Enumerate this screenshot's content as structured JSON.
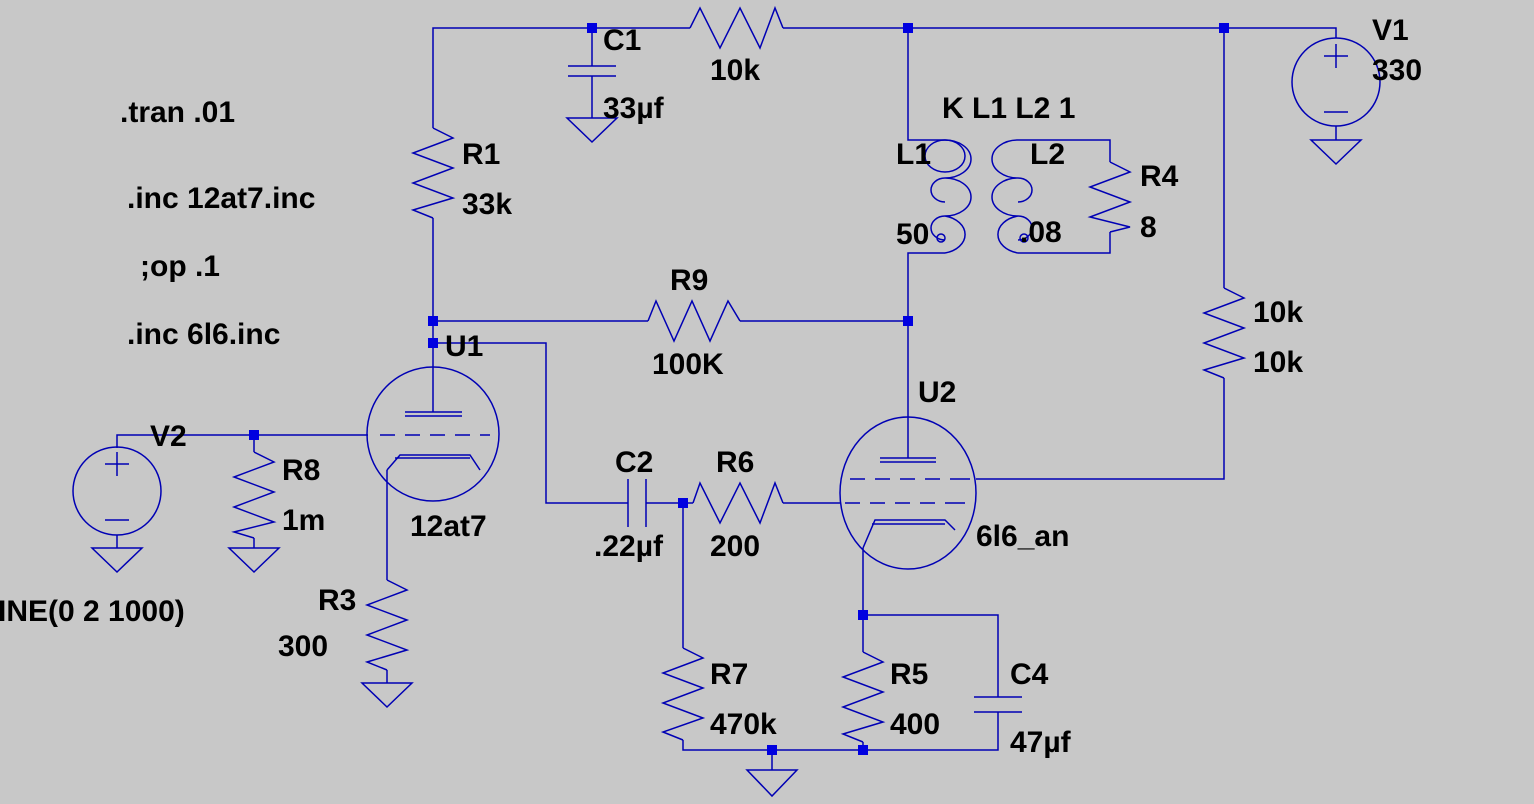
{
  "colors": {
    "background": "#c8c8c8",
    "wire": "#0000b4",
    "junction": "#0000e0",
    "text": "#000000"
  },
  "directives": {
    "tran": ".tran .01",
    "inc1": ".inc 12at7.inc",
    "op": ";op .1",
    "inc2": ".inc 6l6.inc",
    "coupling": "K L1 L2 1"
  },
  "components": {
    "c1": {
      "name": "C1",
      "value": "33µf"
    },
    "r_top": {
      "value": "10k"
    },
    "v1": {
      "name": "V1",
      "value": "330"
    },
    "r1": {
      "name": "R1",
      "value": "33k"
    },
    "l1": {
      "name": "L1",
      "value": "50"
    },
    "l2": {
      "name": "L2",
      "value": ".08"
    },
    "r4": {
      "name": "R4",
      "value": "8"
    },
    "r9": {
      "name": "R9",
      "value": "100K"
    },
    "u1": {
      "name": "U1",
      "value": "12at7"
    },
    "r_screen": {
      "name": "10k",
      "value": "10k"
    },
    "u2": {
      "name": "U2",
      "value": "6l6_an"
    },
    "v2": {
      "name": "V2",
      "value": "INE(0 2 1000)"
    },
    "r8": {
      "name": "R8",
      "value": "1m"
    },
    "c2": {
      "name": "C2",
      "value": ".22µf"
    },
    "r6": {
      "name": "R6",
      "value": "200"
    },
    "r3": {
      "name": "R3",
      "value": "300"
    },
    "r7": {
      "name": "R7",
      "value": "470k"
    },
    "r5": {
      "name": "R5",
      "value": "400"
    },
    "c4": {
      "name": "C4",
      "value": "47µf"
    }
  }
}
